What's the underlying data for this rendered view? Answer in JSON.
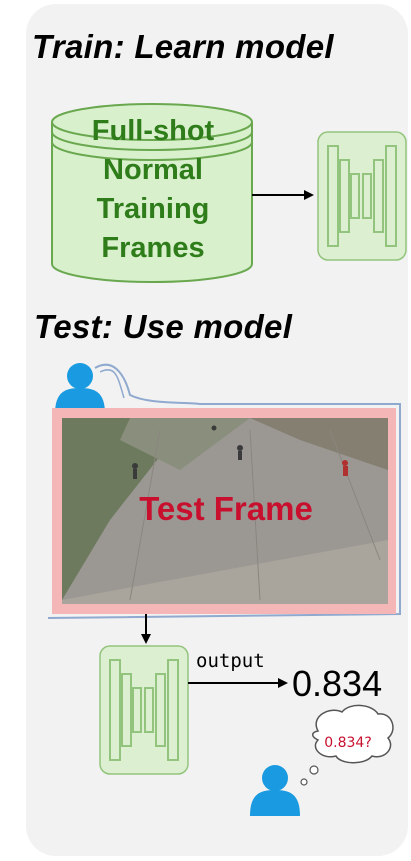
{
  "train": {
    "title": "Train: Learn model",
    "database_label_lines": [
      "Full-shot",
      "Normal",
      "Training",
      "Frames"
    ]
  },
  "test": {
    "title": "Test: Use model",
    "frame_label": "Test Frame",
    "output_label": "output",
    "score": "0.834",
    "thought": "0.834?"
  },
  "colors": {
    "database_fill": "#d8f0cc",
    "database_stroke": "#6aa84f",
    "database_text": "#2e7d1a",
    "model_fill": "#dcefd0",
    "model_stroke": "#93c47d",
    "frame_border": "#f4b6b6",
    "frame_text": "#c8102e",
    "person": "#1a9ae0",
    "panel": "#f2f2f2"
  },
  "icons": [
    "database-icon",
    "model-icon",
    "person-icon",
    "thought-bubble-icon",
    "arrow-icon"
  ]
}
